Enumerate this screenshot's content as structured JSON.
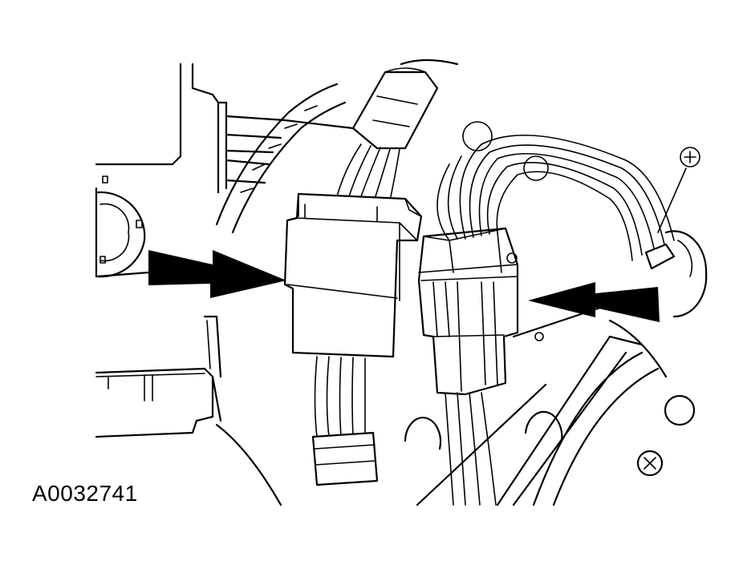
{
  "figure": {
    "id_label": "A0032741"
  },
  "callouts": [
    {
      "name": "arrow-left",
      "points_to": "connector-left"
    },
    {
      "name": "arrow-right",
      "points_to": "connector-right"
    }
  ],
  "colors": {
    "line": "#000000",
    "background": "#ffffff"
  }
}
